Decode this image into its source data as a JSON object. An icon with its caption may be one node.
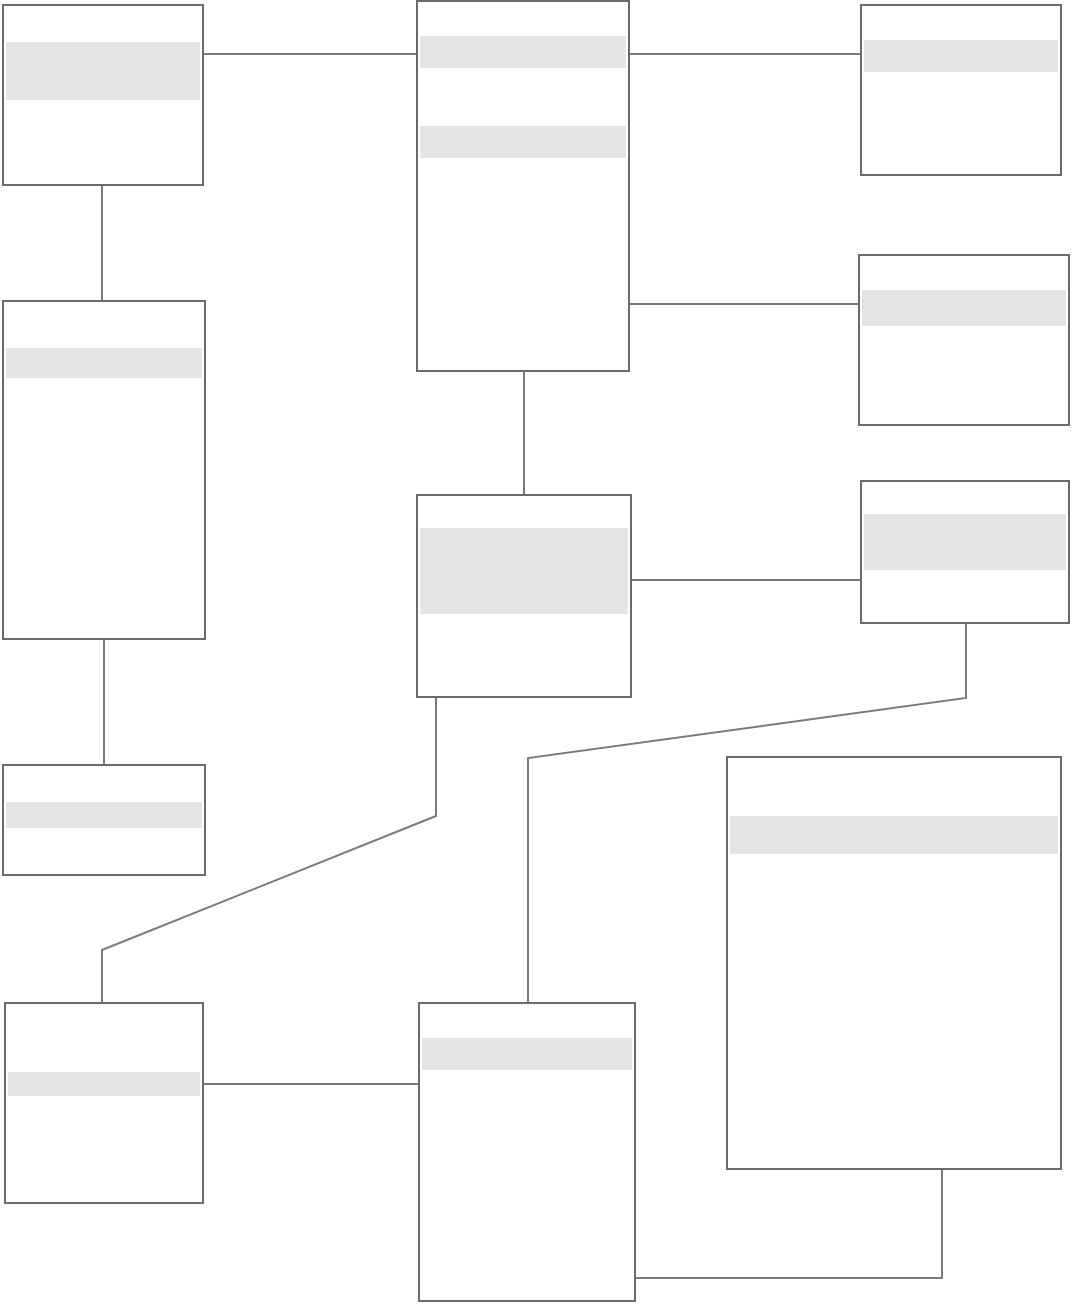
{
  "diagram": {
    "nodes": [
      {
        "text": [],
        "shape": "box"
      },
      {
        "text": [],
        "shape": "box"
      },
      {
        "text": [],
        "shape": "box"
      },
      {
        "text": [],
        "shape": "box"
      },
      {
        "text": [],
        "shape": "box"
      },
      {
        "text": [],
        "shape": "box"
      },
      {
        "text": [],
        "shape": "box"
      },
      {
        "text": [],
        "shape": "box"
      },
      {
        "text": [],
        "shape": "box"
      },
      {
        "text": [],
        "shape": "box"
      },
      {
        "text": [],
        "shape": "box"
      }
    ],
    "edges": [
      {
        "from": 0,
        "to": 1,
        "arrow": "none"
      },
      {
        "from": 0,
        "to": 3,
        "arrow": "none"
      },
      {
        "from": 1,
        "to": 2,
        "arrow": "none"
      },
      {
        "from": 1,
        "to": 4,
        "arrow": "none"
      },
      {
        "from": 1,
        "to": 5,
        "arrow": "none"
      },
      {
        "from": 3,
        "to": 7,
        "arrow": "none"
      },
      {
        "from": 5,
        "to": 6,
        "arrow": "none"
      },
      {
        "from": 5,
        "to": 9,
        "arrow": "none"
      },
      {
        "from": 6,
        "to": 10,
        "arrow": "none"
      },
      {
        "from": 9,
        "to": 10,
        "arrow": "none"
      },
      {
        "from": 10,
        "to": 8,
        "arrow": "none"
      }
    ]
  }
}
